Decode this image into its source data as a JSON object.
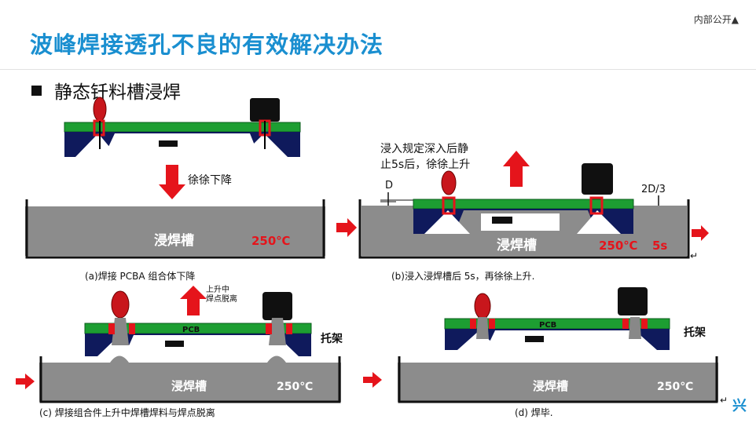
{
  "header": {
    "classification": "内部公开▲"
  },
  "title": "波峰焊接透孔不良的有效解决办法",
  "bullet": "静态钎料槽浸焊",
  "panel_a": {
    "arrow_text": "徐徐下降",
    "bath_label": "浸焊槽",
    "temperature": "250℃",
    "caption": "(a)焊接 PCBA 组合体下降"
  },
  "panel_b": {
    "note_line1": "浸入规定深入后静",
    "note_line2": "止5s后，徐徐上升",
    "depth_d": "D",
    "depth_2d3": "2D/3",
    "bath_label": "浸焊槽",
    "temperature": "250℃",
    "time": "5s",
    "caption": "(b)浸入浸焊槽后 5s，再徐徐上升.",
    "return_mark": "↵"
  },
  "panel_c": {
    "rising_line1": "上升中",
    "rising_line2": "焊点脱离",
    "pcb_label": "PCB",
    "rack_label": "托架",
    "bath_label": "浸焊槽",
    "temperature": "250℃",
    "caption": "(c) 焊接组合件上升中焊槽焊料与焊点脱离"
  },
  "panel_d": {
    "pcb_label": "PCB",
    "rack_label": "托架",
    "bath_label": "浸焊槽",
    "temperature": "250℃",
    "caption": "(d) 焊毕.",
    "return_mark": "↵"
  },
  "footer": {
    "corner_glyph": "兴"
  },
  "colors": {
    "title": "#1a8fd0",
    "pcb": "#1d9e32",
    "carrier": "#0f1a5c",
    "bath": "#8c8c8c",
    "arrow": "#e5141b",
    "solder": "#c8161c"
  }
}
